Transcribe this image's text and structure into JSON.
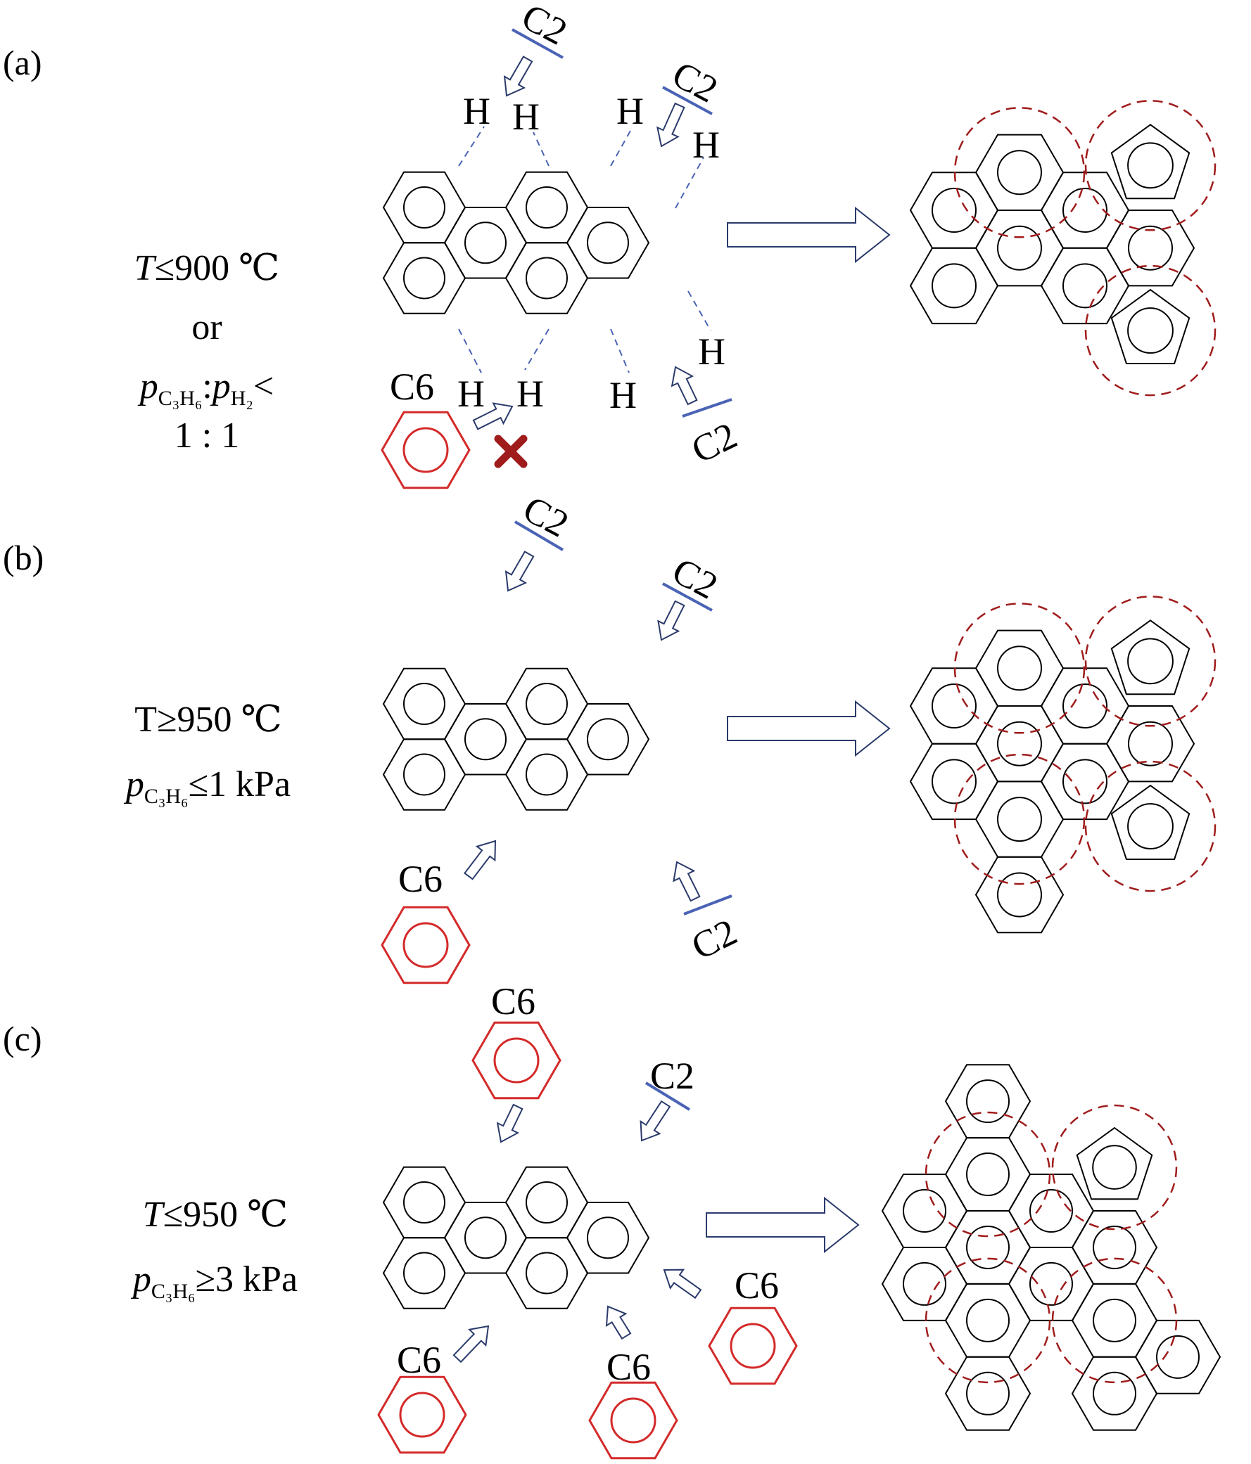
{
  "panels": [
    {
      "label": "(a)",
      "condition": {
        "line1_var": "T",
        "line1_rest": "≤900 ℃",
        "line2": "or",
        "line3_p1": "p",
        "line3_sub1": "C₃H₆",
        "line3_colon": ":",
        "line3_p2": "p",
        "line3_sub2": "H₂",
        "line3_lt": "<",
        "line4": "1 : 1"
      },
      "reactants": {
        "c2": "C2",
        "c6": "C6",
        "h": "H"
      }
    },
    {
      "label": "(b)",
      "condition": {
        "line1": "T≥950 ℃",
        "line2_p": "p",
        "line2_sub": "C₃H₆",
        "line2_rest": "≤1 kPa"
      },
      "reactants": {
        "c2": "C2",
        "c6": "C6"
      }
    },
    {
      "label": "(c)",
      "condition": {
        "line1_var": "T",
        "line1_rest": "≤950 ℃",
        "line2_p": "p",
        "line2_sub": "C₃H₆",
        "line2_rest": "≥3 kPa"
      },
      "reactants": {
        "c2": "C2",
        "c6": "C6"
      }
    }
  ],
  "colors": {
    "ring": "#000000",
    "c6_ring": "#d42a2a",
    "c2_bar": "#4a63b5",
    "arrow": "#2a3a6b",
    "dashed_circle": "#a01c1c",
    "cross": "#a01c1c"
  }
}
